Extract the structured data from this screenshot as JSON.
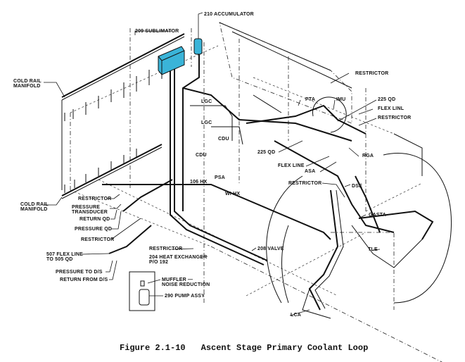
{
  "figure": {
    "number": "Figure 2.1-10",
    "title": "Ascent Stage Primary Coolant Loop",
    "highlight_color": "#3ab4d8"
  },
  "labels": {
    "accumulator": "210 ACCUMULATOR",
    "sublimator": "209 SUBLIMATOR",
    "cold_rail_manifold_top": "COLD RAIL\nMANIFOLD",
    "cold_rail_manifold_bottom": "COLD RAIL\nMANIFOLD",
    "restrictor_top_right": "RESTRICTOR",
    "pta": "PTA",
    "imu": "IMU",
    "qd_225_right": "225 QD",
    "flex_line_right": "FLEX LINL",
    "restrictor_right": "RESTRICTOR",
    "lgc_1": "LGC",
    "lgc_2": "LGC",
    "cdu_1": "CDU",
    "cdu_2": "CDU",
    "qd_225_mid": "225 QD",
    "flex_line_mid": "FLEX LINE",
    "asa": "ASA",
    "rga": "RGA",
    "hx_106": "106 HX",
    "psa": "PSA",
    "hx_wi": "WI HX",
    "restrictor_mid": "RESTRICTOR",
    "dse": "DSE",
    "gasta": "GASTA",
    "tle": "TLE",
    "restrictor_left": "RESTRICTOR",
    "pressure_transducer": "PRESSURE\nTRANSDUCER",
    "return_qd": "RETURN QD",
    "pressure_qd": "PRESSURE QD",
    "restrictor_lower_left": "RESTRICTOR",
    "flex_line_507": "507 FLEX LINE\nTO 505 QD",
    "pressure_to_ds": "PRESSURE TO D/S",
    "return_from_ds": "RETURN FROM D/S",
    "restrictor_center": "RESTRICTOR",
    "heat_exchanger_204": "204 HEAT EXCHANGER\nP/O 192",
    "valve_208": "208 VALVE",
    "muffler": "MUFFLER —\nNOISE REDUCTION",
    "pump_assy": "290 PUMP ASSY",
    "lca": "LCA"
  }
}
